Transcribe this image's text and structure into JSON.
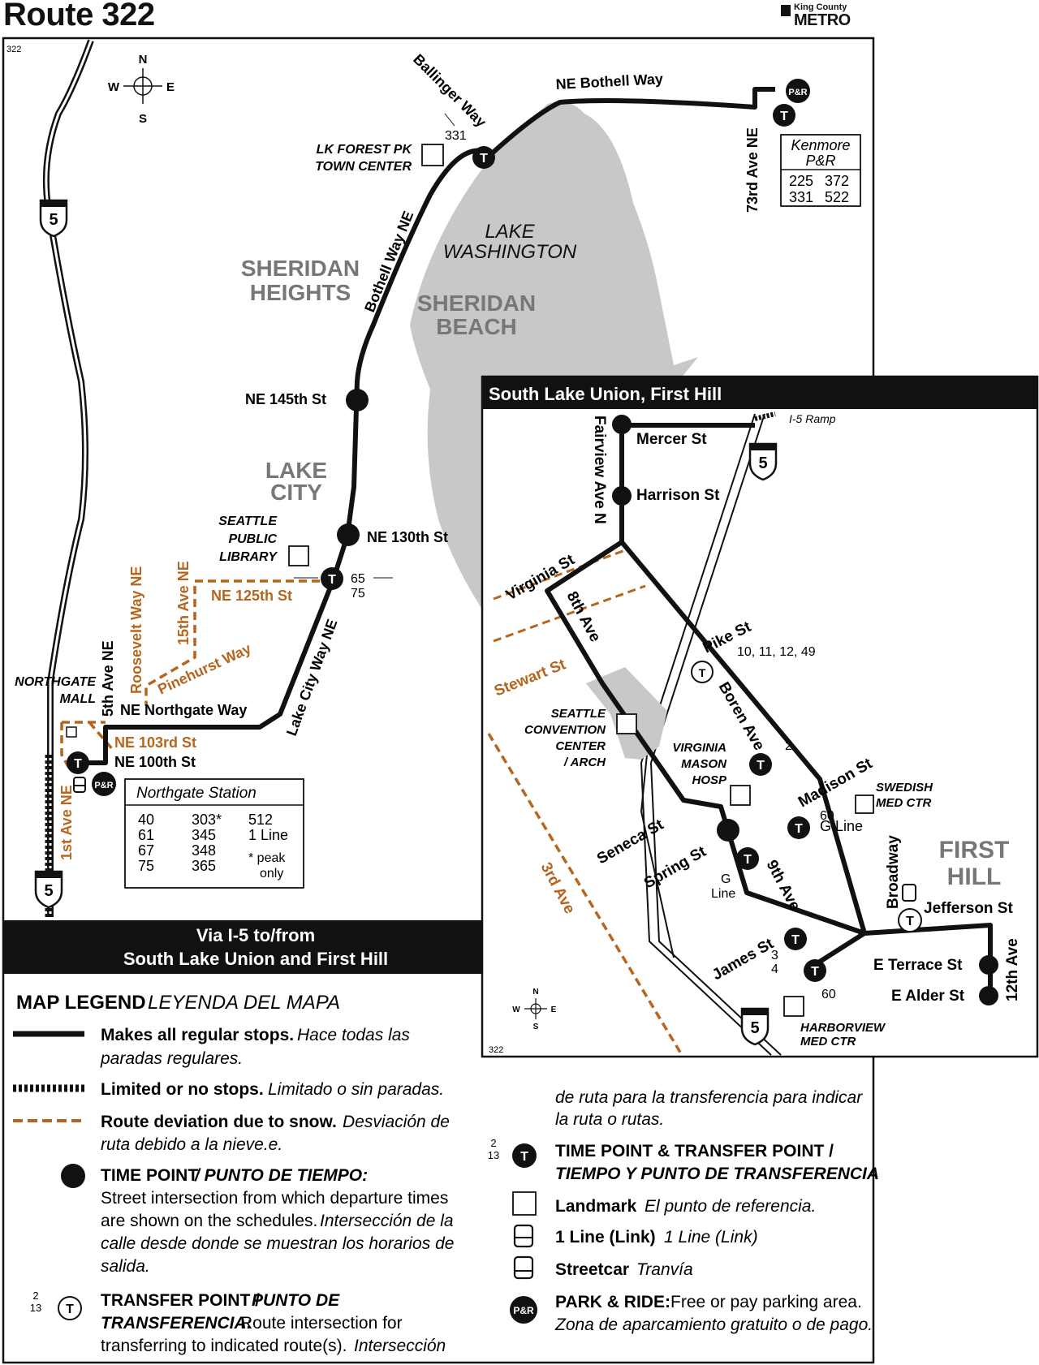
{
  "route_title": "Route 322",
  "brand": {
    "agency": "King County",
    "name": "METRO"
  },
  "map_code": "322",
  "compass": {
    "n": "N",
    "s": "S",
    "e": "E",
    "w": "W"
  },
  "streets": {
    "ballinger": "Ballinger Way",
    "ne_bothell": "NE Bothell Way",
    "ave73": "73rd Ave NE",
    "bothell_ne": "Bothell Way NE",
    "lake_city_way": "Lake City Way NE",
    "ne125": "NE 125th St",
    "ave15": "15th Ave NE",
    "roosevelt": "Roosevelt Way NE",
    "pinehurst": "Pinehurst Way",
    "ave5": "5th Ave NE",
    "northgate_way": "NE Northgate Way",
    "ne103": "NE 103rd St",
    "ne100": "NE 100th St",
    "ave1": "1st Ave NE",
    "ne145": "NE 145th St",
    "ne130": "NE 130th St"
  },
  "places": {
    "lk_forest": [
      "LK FOREST PK",
      "TOWN CENTER"
    ],
    "library": [
      "SEATTLE",
      "PUBLIC",
      "LIBRARY"
    ],
    "northgate_mall": [
      "NORTHGATE",
      "MALL"
    ],
    "sheridan_heights": [
      "SHERIDAN",
      "HEIGHTS"
    ],
    "sheridan_beach": [
      "SHERIDAN",
      "BEACH"
    ],
    "lake_wa": [
      "LAKE",
      "WASHINGTON"
    ],
    "lake_city": [
      "LAKE",
      "CITY"
    ]
  },
  "transfers": {
    "ballinger": "331",
    "ne125_a": "65",
    "ne125_b": "75"
  },
  "kenmore": {
    "title_a": "Kenmore",
    "title_b": "P&R",
    "routes": [
      "225",
      "372",
      "331",
      "522"
    ]
  },
  "northgate_station": {
    "title": "Northgate Station",
    "col1": [
      "40",
      "61",
      "67",
      "75"
    ],
    "col2": [
      "303*",
      "345",
      "348",
      "365"
    ],
    "col3": [
      "512",
      "1 Line"
    ],
    "note": [
      "* peak",
      "only"
    ]
  },
  "pr_label": "P&R",
  "transfer_letter": "T",
  "interstate": "5",
  "via_bar": [
    "Via I-5 to/from",
    "South Lake Union and First Hill"
  ],
  "inset": {
    "title": "South Lake Union, First Hill",
    "code": "322",
    "streets": {
      "mercer": "Mercer St",
      "i5_ramp": "I-5 Ramp",
      "fairview": "Fairview Ave N",
      "harrison": "Harrison St",
      "virginia": "Virginia St",
      "ave8": "8th Ave",
      "stewart": "Stewart St",
      "pike": "Pike St",
      "boren": "Boren Ave",
      "madison": "Madison St",
      "seneca": "Seneca St",
      "spring": "Spring St",
      "ave9": "9th Ave",
      "ave3": "3rd Ave",
      "broadway": "Broadway",
      "jefferson": "Jefferson St",
      "e_terrace": "E Terrace St",
      "e_alder": "E Alder St",
      "ave12": "12th Ave",
      "james": "James St"
    },
    "places": {
      "convention": [
        "SEATTLE",
        "CONVENTION",
        "CENTER",
        "/ ARCH"
      ],
      "virginia_mason": [
        "VIRGINIA",
        "MASON",
        "HOSP"
      ],
      "swedish": [
        "SWEDISH",
        "MED CTR"
      ],
      "harborview": [
        "HARBORVIEW",
        "MED CTR"
      ],
      "first_hill": [
        "FIRST",
        "HILL"
      ]
    },
    "transfers": {
      "pike": "10, 11, 12, 49",
      "boren": "2",
      "madison_a": "60",
      "madison_b": "G Line",
      "spring_a": "G",
      "spring_b": "Line",
      "james_a": "3",
      "james_b": "4",
      "south": "60"
    }
  },
  "legend": {
    "title": "MAP LEGEND",
    "title_es": "LEYENDA DEL MAPA",
    "regular": {
      "en": "Makes all regular stops.",
      "es_a": "Hace todas las",
      "es_b": "paradas regulares."
    },
    "limited": {
      "en": "Limited or no stops.",
      "es": "Limitado o sin paradas."
    },
    "snow": {
      "en": "Route deviation due to snow.",
      "es_a": "Desviación de",
      "es_b": "ruta debido a la nieve.e."
    },
    "timepoint": {
      "en": "TIME POINT",
      "es": "/ PUNTO DE TIEMPO:",
      "l1": "Street intersection from which departure times",
      "l2a": "are shown on the schedules.",
      "l2b": "Intersección de la",
      "l3": "calle desde donde se muestran los horarios de",
      "l4": "salida."
    },
    "transfer": {
      "en": "TRANSFER POINT /",
      "es": "PUNTO DE",
      "l2a": "TRANSFERENCIA:",
      "l2b": "Route intersection for",
      "l3a": "transferring to indicated route(s).",
      "l3b": "Intersección",
      "cont1": "de ruta para la transferencia para indicar",
      "cont2": "la ruta o rutas."
    },
    "tp_transfer": {
      "en": "TIME POINT & TRANSFER POINT /",
      "es": "TIEMPO Y PUNTO DE TRANSFERENCIA"
    },
    "landmark": {
      "en": "Landmark",
      "es": "El punto de referencia."
    },
    "link": {
      "en": "1 Line (Link)",
      "es": "1 Line (Link)"
    },
    "streetcar": {
      "en": "Streetcar",
      "es": "Tranvía"
    },
    "pnr": {
      "en": "PARK & RIDE:",
      "en_b": "Free or pay parking area.",
      "es": "Zona de aparcamiento gratuito o de pago."
    },
    "sample_routes": [
      "2",
      "13"
    ]
  }
}
